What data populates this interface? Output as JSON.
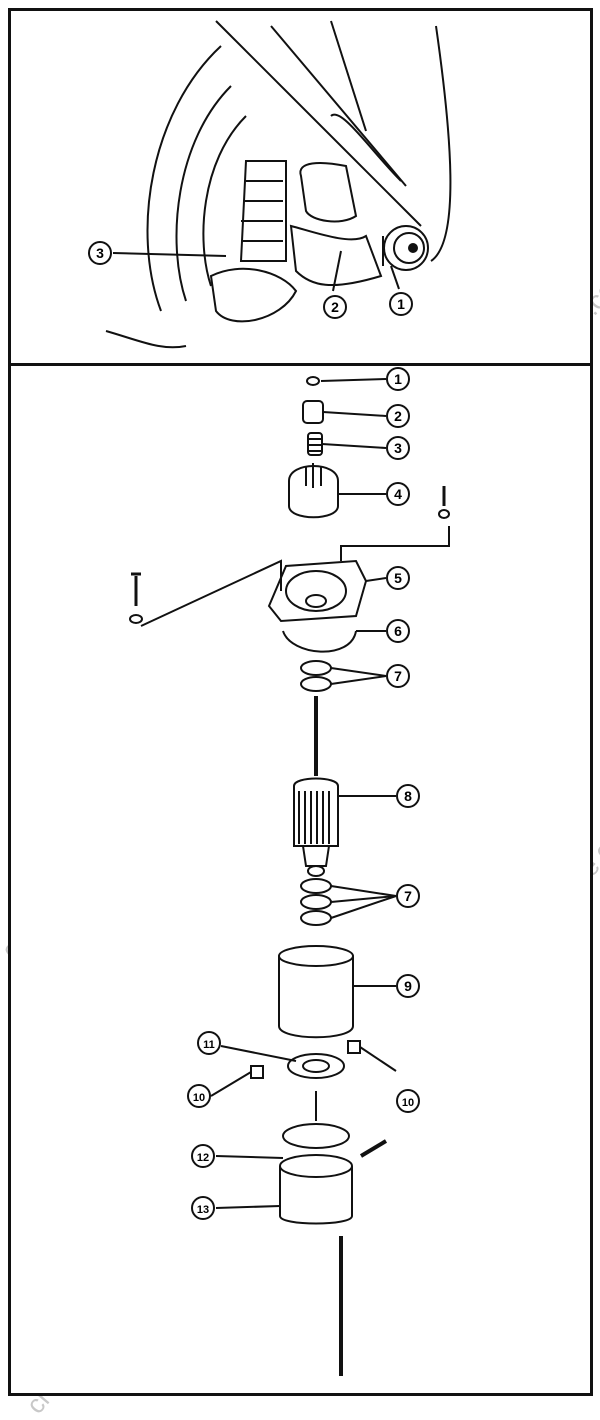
{
  "figure_top": {
    "description": "Starter motor pinion assembly installed on engine",
    "callouts": [
      {
        "id": "1",
        "label": "1"
      },
      {
        "id": "2",
        "label": "2"
      },
      {
        "id": "3",
        "label": "3"
      }
    ]
  },
  "figure_bottom": {
    "description": "Starter motor exploded view",
    "callouts": [
      {
        "label": "1"
      },
      {
        "label": "2"
      },
      {
        "label": "3"
      },
      {
        "label": "4"
      },
      {
        "label": "5"
      },
      {
        "label": "6"
      },
      {
        "label": "7"
      },
      {
        "label": "8"
      },
      {
        "label": "7"
      },
      {
        "label": "9"
      },
      {
        "label": "11"
      },
      {
        "label": "10"
      },
      {
        "label": "10"
      },
      {
        "label": "12"
      },
      {
        "label": "13"
      }
    ]
  },
  "watermarks": [
    "crowleymarine.com",
    "crowleymarine.com",
    "crowleymarine.com",
    "crowleymarine.com",
    "crowleymarine.com"
  ]
}
